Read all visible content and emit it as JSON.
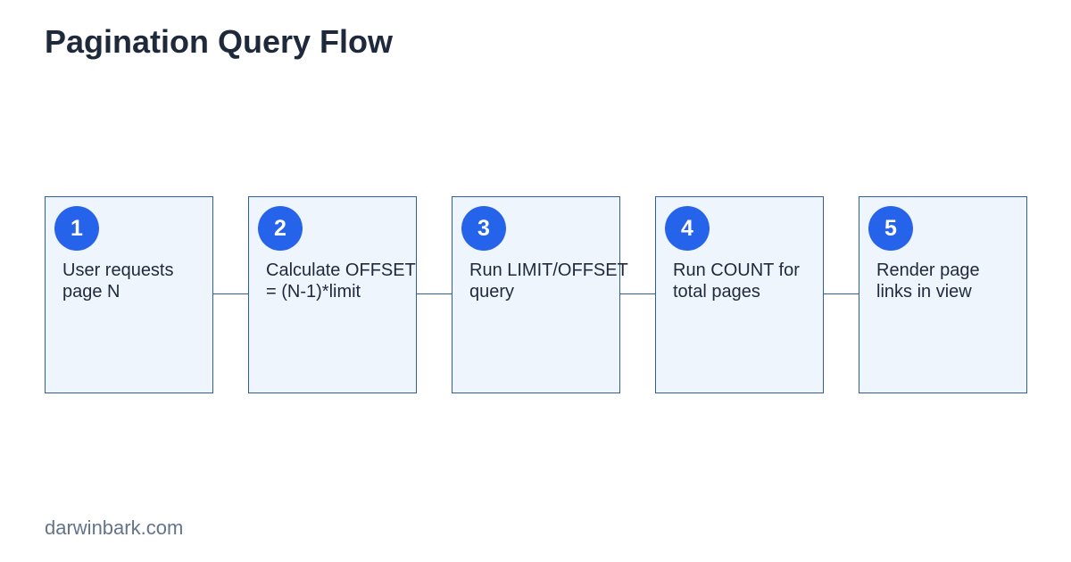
{
  "page": {
    "title": "Pagination Query Flow",
    "footer": "darwinbark.com"
  },
  "colors": {
    "title": "#1e293b",
    "badge": "#2563eb",
    "box_fill": "#eef5fd",
    "box_border": "#2e5e9e",
    "footer": "#64748b"
  },
  "steps": [
    {
      "number": "1",
      "text": "User requests\npage N"
    },
    {
      "number": "2",
      "text": "Calculate OFFSET\n= (N-1)*limit"
    },
    {
      "number": "3",
      "text": "Run LIMIT/OFFSET\nquery"
    },
    {
      "number": "4",
      "text": "Run COUNT for\ntotal pages"
    },
    {
      "number": "5",
      "text": "Render page\nlinks in view"
    }
  ]
}
